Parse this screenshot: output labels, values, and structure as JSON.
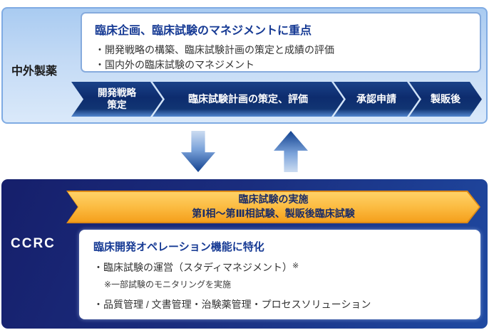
{
  "colors": {
    "accent_blue": "#163a94",
    "chevron_navy": "#0d2c6e",
    "banner_orange": "#f5a01c",
    "top_bg_light_blue": "#c3daf5",
    "bottom_bg_navy": "#1a2d7e"
  },
  "chugai": {
    "label": "中外製薬",
    "focus_box": {
      "title": "臨床企画、臨床試験のマネジメントに重点",
      "bullets": [
        "・開発戦略の構築、臨床試験計画の策定と成績の評価",
        "・国内外の臨床試験のマネジメント"
      ]
    },
    "process_steps": [
      {
        "lines": [
          "開発戦略",
          "策定"
        ]
      },
      {
        "lines": [
          "臨床試験計画の策定、評価"
        ]
      },
      {
        "lines": [
          "承認申請"
        ]
      },
      {
        "lines": [
          "製販後"
        ]
      }
    ]
  },
  "ccrc": {
    "label": "CCRC",
    "banner": {
      "line1": "臨床試験の実施",
      "line2": "第Ⅰ相〜第Ⅲ相試験、製販後臨床試験"
    },
    "focus_box": {
      "title": "臨床開発オペレーション機能に特化",
      "bullet1": "・臨床試験の運営（スタディマネジメント）",
      "bullet1_ref": "※",
      "note": "※一部試験のモニタリングを実施",
      "bullet2": "・品質管理 / 文書管理・治験薬管理・プロセスソリューション"
    }
  }
}
